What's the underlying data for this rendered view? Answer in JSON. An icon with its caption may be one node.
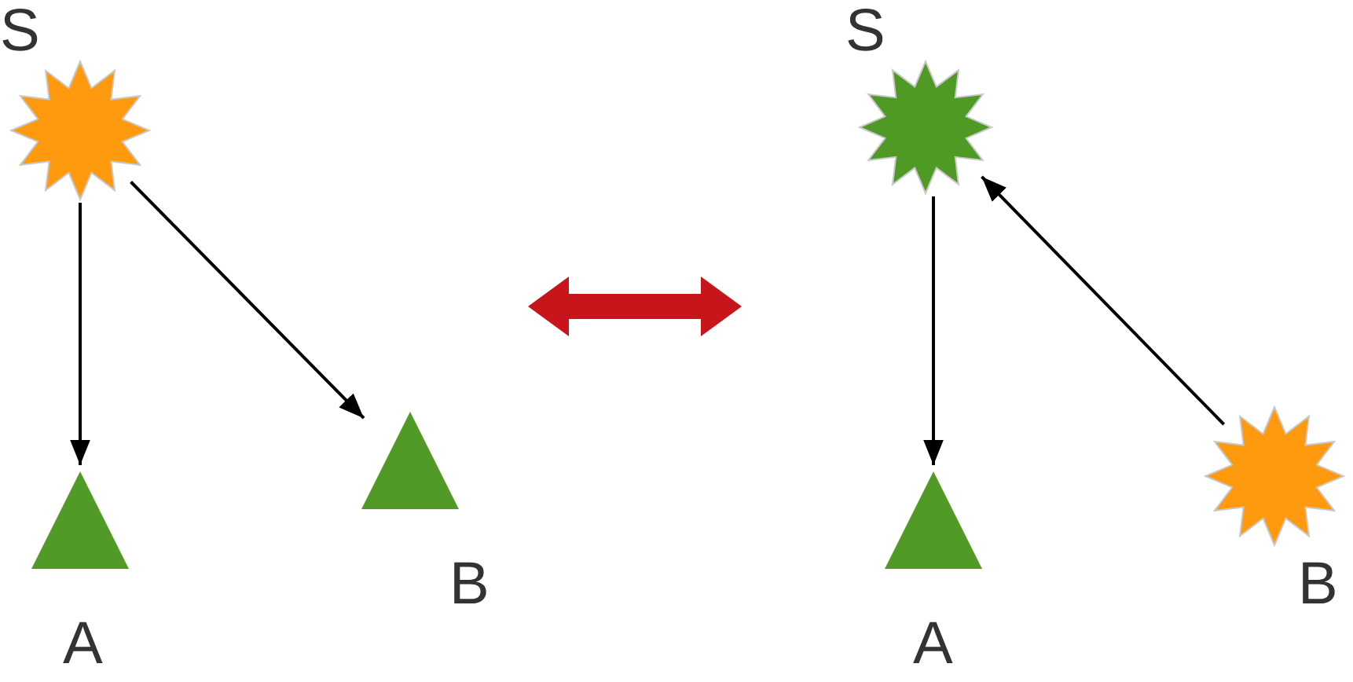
{
  "diagram": {
    "nodes": [
      {
        "text": [
          "S"
        ]
      },
      {
        "text": [
          "A"
        ]
      },
      {
        "text": [
          "B"
        ]
      },
      {
        "text": [
          "S"
        ]
      },
      {
        "text": [
          "A"
        ]
      },
      {
        "text": [
          "B"
        ]
      }
    ],
    "edges": [
      {
        "from": 0,
        "to": 1,
        "arrow": "to"
      },
      {
        "from": 0,
        "to": 2,
        "arrow": "to"
      },
      {
        "from": 3,
        "to": 4,
        "arrow": "to"
      },
      {
        "from": 5,
        "to": 3,
        "arrow": "to"
      }
    ]
  }
}
